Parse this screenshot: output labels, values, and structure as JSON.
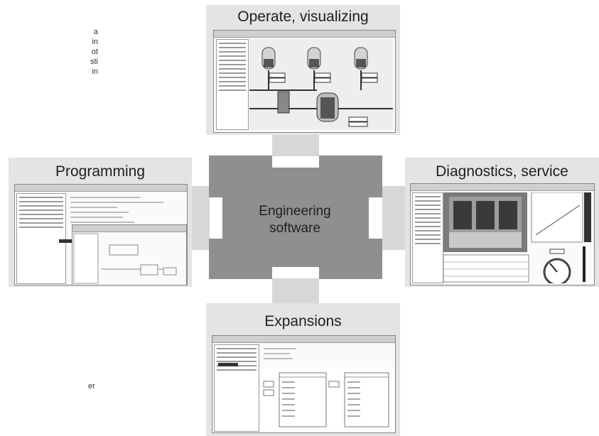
{
  "left_cropped_text": [
    "a",
    "in",
    "ot",
    "sti",
    "in"
  ],
  "left_bottom_cropped_text": "er",
  "hub": {
    "line1": "Engineering",
    "line2": "software"
  },
  "panels": {
    "top": {
      "title": "Operate, visualizing"
    },
    "left": {
      "title": "Programming"
    },
    "right": {
      "title": "Diagnostics, service"
    },
    "bottom": {
      "title": "Expansions"
    }
  },
  "colors": {
    "panel_bg": "#e4e4e4",
    "hub_fill": "#8f8f8f",
    "connector": "#d7d7d7"
  }
}
